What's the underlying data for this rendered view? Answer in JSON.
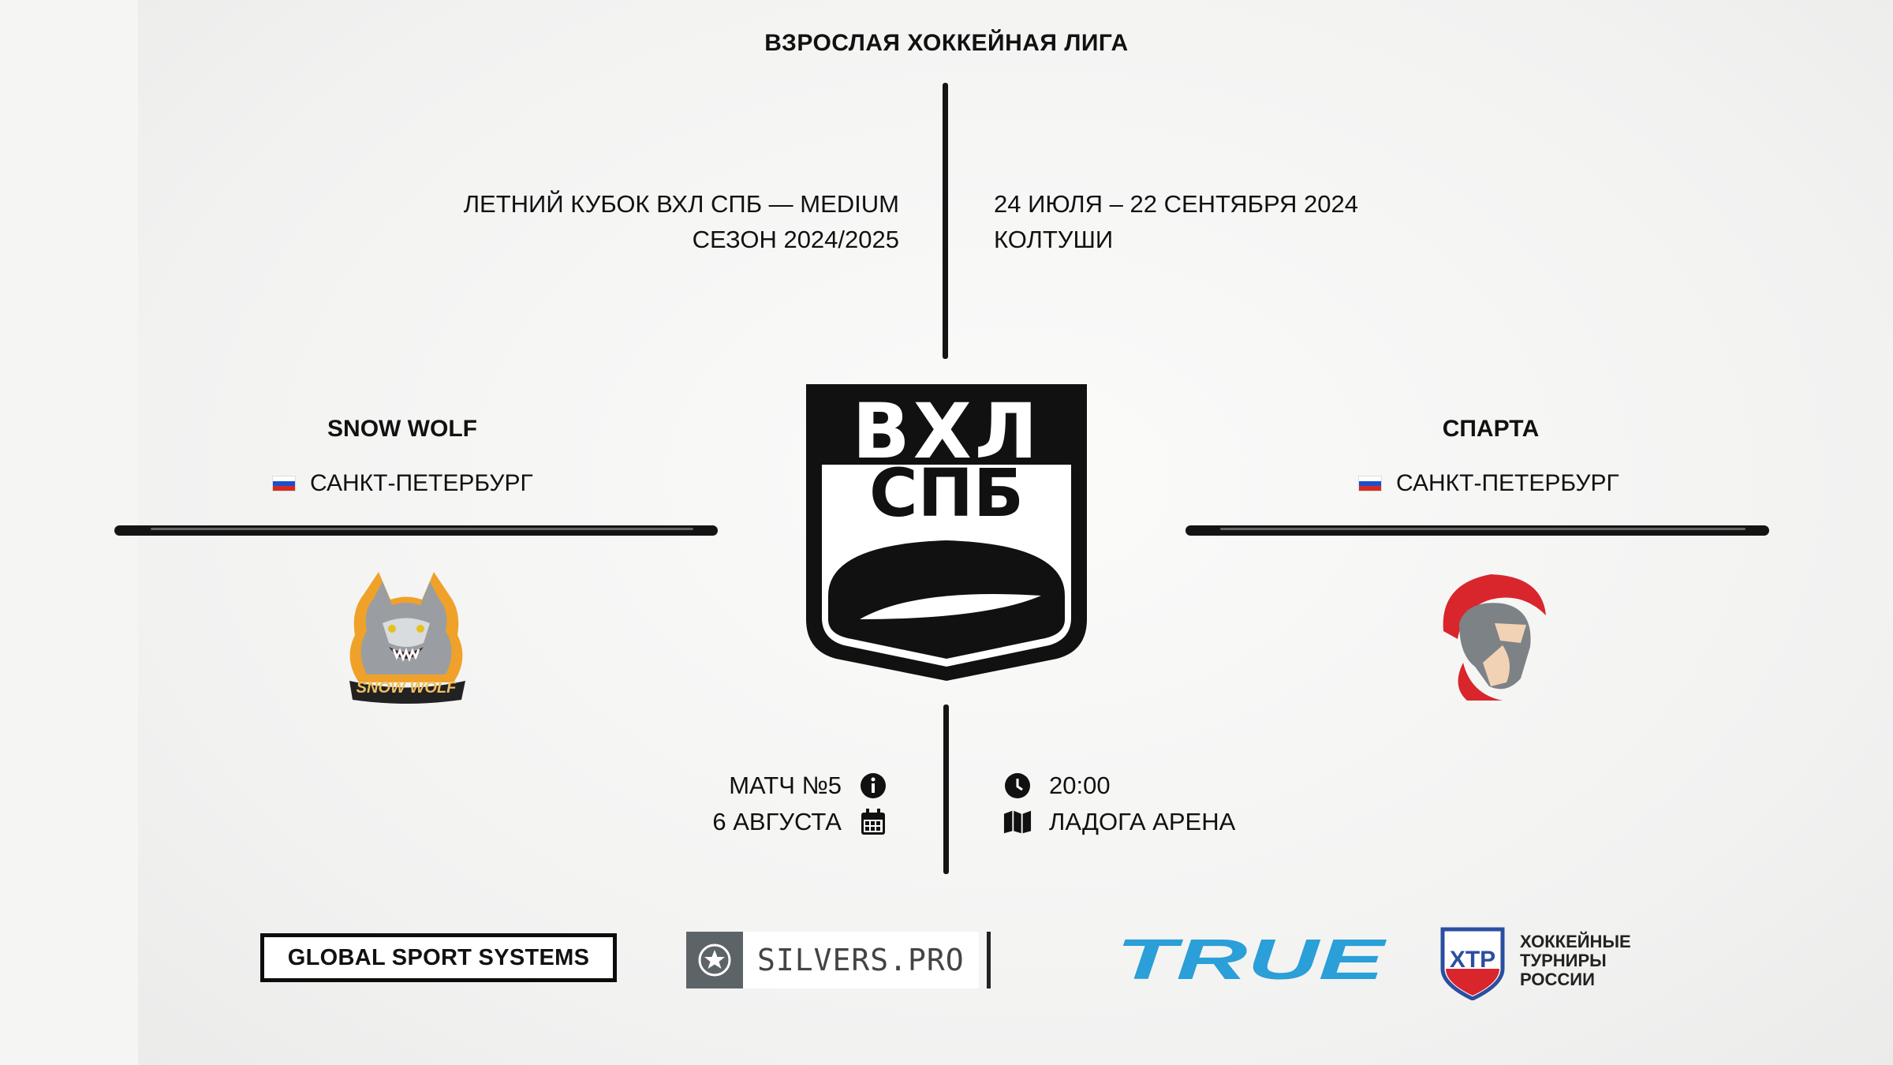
{
  "header": {
    "league": "ВЗРОСЛАЯ ХОККЕЙНАЯ ЛИГА"
  },
  "tournament": {
    "name": "ЛЕТНИЙ КУБОК ВХЛ СПБ — MEDIUM",
    "season": "СЕЗОН 2024/2025",
    "dates": "24 ИЮЛЯ – 22 СЕНТЯБРЯ 2024",
    "location": "КОЛТУШИ"
  },
  "logo": {
    "line1": "ВХЛ",
    "line2": "СПБ"
  },
  "home_team": {
    "name": "SNOW WOLF",
    "city": "САНКТ-ПЕТЕРБУРГ",
    "logo_text": "SNOW WOLF"
  },
  "away_team": {
    "name": "СПАРТА",
    "city": "САНКТ-ПЕТЕРБУРГ"
  },
  "match": {
    "number": "МАТЧ №5",
    "date": "6 АВГУСТА",
    "time": "20:00",
    "arena": "ЛАДОГА АРЕНА"
  },
  "sponsors": {
    "gss": "GLOBAL SPORT SYSTEMS",
    "silvers": "SILVERS.PRO",
    "true_brand": "TRUE",
    "htr_line1": "ХОККЕЙНЫЕ",
    "htr_line2": "ТУРНИРЫ",
    "htr_line3": "РОССИИ",
    "htr_logo": "ХТР"
  },
  "colors": {
    "ink": "#111111",
    "true_blue": "#2a9fd8",
    "sparta_red": "#d8262c",
    "flag_blue": "#1c4fcf",
    "flag_red": "#d52b1e"
  }
}
